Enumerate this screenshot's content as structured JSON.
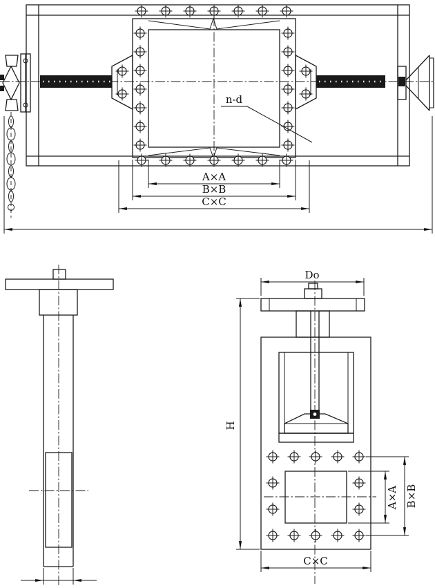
{
  "colors": {
    "line": "#1a1a1a",
    "background": "#ffffff"
  },
  "top_view": {
    "hole_callout": "n-d",
    "dim_a": "A×A",
    "dim_b": "B×B",
    "dim_c": "C×C"
  },
  "front_view": {
    "dim_do": "Do",
    "dim_h": "H",
    "dim_a": "A×A",
    "dim_b": "B×B",
    "dim_c": "C×C"
  }
}
